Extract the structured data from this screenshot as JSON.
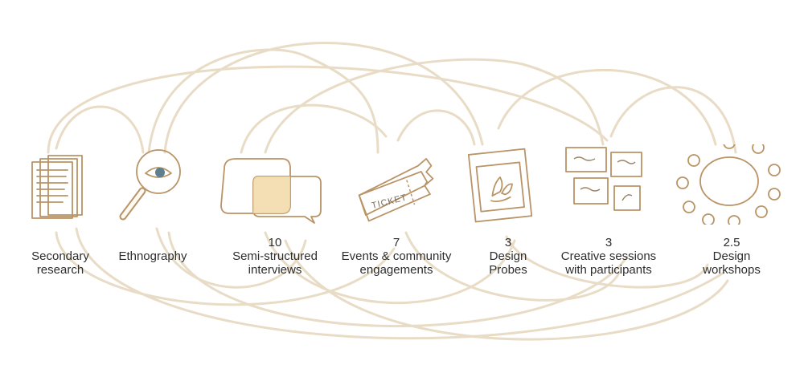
{
  "colors": {
    "arc": "#e9dcc6",
    "sketch": "#b99466",
    "label_text": "#2d2d2d",
    "accent_blue": "#5d7f8e",
    "accent_sand": "#f1d9a6",
    "accent_mint": "#a9d4c3"
  },
  "steps": [
    {
      "icon": "document-stack-icon",
      "count": "",
      "line1": "Secondary",
      "line2": "research"
    },
    {
      "icon": "magnifier-eye-icon",
      "count": "",
      "line1": "Ethnography",
      "line2": ""
    },
    {
      "icon": "speech-bubbles-icon",
      "count": "10",
      "line1": "Semi-structured",
      "line2": "interviews"
    },
    {
      "icon": "ticket-icon",
      "count": "7",
      "line1": "Events & community",
      "line2": "engagements"
    },
    {
      "icon": "design-probe-card-icon",
      "count": "3",
      "line1": "Design",
      "line2": "Probes"
    },
    {
      "icon": "sticky-notes-icon",
      "count": "3",
      "line1": "Creative sessions",
      "line2": "with participants"
    },
    {
      "icon": "round-table-icon",
      "count": "2.5",
      "line1": "Design",
      "line2": "workshops"
    }
  ],
  "ticket_text": "TICKET"
}
